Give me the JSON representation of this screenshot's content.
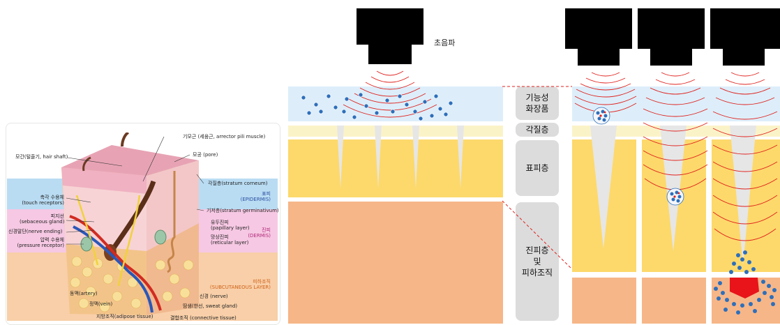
{
  "anatomy": {
    "labels_left": {
      "hair_shaft": "모간(털줄기, hair shaft)",
      "touch_receptors": "촉각 수용체\n(touch receptors)",
      "sebaceous_gland": "피지선\n(sebaceous gland)",
      "nerve_ending": "신경말단(nerve ending)",
      "pressure_receptor": "압력 수용체\n(pressure receptor)",
      "artery": "동맥(artery)",
      "vein": "정맥(vein)",
      "adipose": "지방조직(adipose tissue)"
    },
    "labels_right": {
      "arrector": "기모근 (세움근, arrector pili muscle)",
      "pore": "모공 (pore)",
      "stratum_corneum": "각질층(stratum corneum)",
      "stratum_germinativum": "기저층(stratum germinativum)",
      "papillary": "유두진피\n(papillary layer)",
      "reticular": "망상진피\n(reticular layer)",
      "nerve": "신경 (nerve)",
      "sweat_gland": "땀샘(한선, sweat gland)",
      "connective": "결합조직 (connective tissue)"
    },
    "zones": {
      "epidermis": "표피\n(EPIDERMIS)",
      "dermis": "진피\n(DERMIS)",
      "subcutaneous": "피하조직\n(SUBCUTANEOUS LAYER)"
    },
    "colors": {
      "epidermis": "#b9dcf3",
      "dermis": "#f6c8e3",
      "subcutaneous": "#f8cfa8"
    }
  },
  "diagram": {
    "ultrasound_label": "초음파",
    "side_labels": {
      "functional_cosmetic": "기능성\n화장품",
      "stratum_corneum": "각질층",
      "epidermis": "표피층",
      "dermis_subcutis": "진피층\n및\n피하조직"
    },
    "colors": {
      "cosmetic_layer": "#ddeefa",
      "corneum": "#fbf3c8",
      "epidermis": "#fdd96b",
      "dermis": "#f6b688",
      "wave": "#e0201c",
      "particle": "#2e6fbb",
      "heat": "#e8141a"
    }
  }
}
